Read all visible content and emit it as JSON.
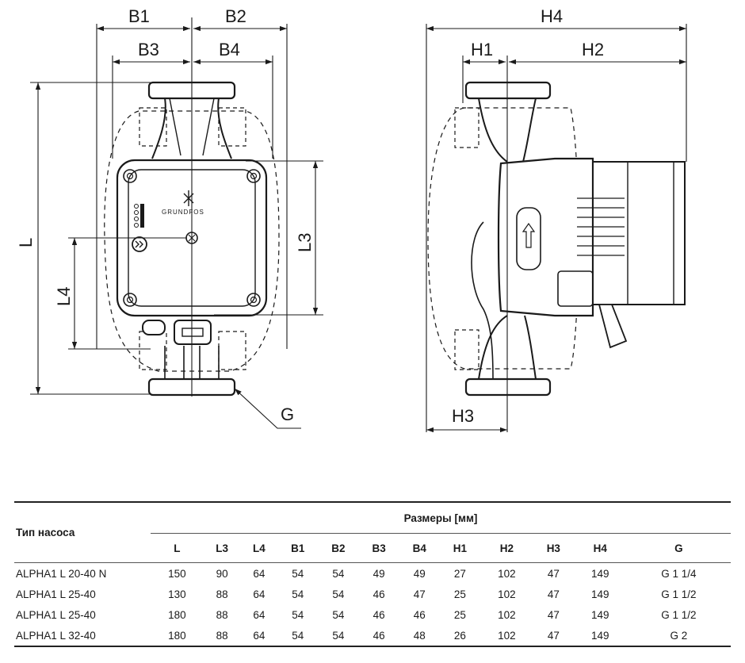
{
  "drawing": {
    "front_labels": {
      "b1": "B1",
      "b2": "B2",
      "b3": "B3",
      "b4": "B4",
      "l": "L",
      "l3": "L3",
      "l4": "L4",
      "g": "G"
    },
    "side_labels": {
      "h1": "H1",
      "h2": "H2",
      "h3": "H3",
      "h4": "H4"
    },
    "brand_logo_text": "GRUNDFOS"
  },
  "table": {
    "type_header": "Тип насоса",
    "group_header": "Размеры [мм]",
    "columns": [
      "L",
      "L3",
      "L4",
      "B1",
      "B2",
      "B3",
      "B4",
      "H1",
      "H2",
      "H3",
      "H4",
      "G"
    ],
    "rows": [
      {
        "name": "ALPHA1 L 20-40 N",
        "values": [
          "150",
          "90",
          "64",
          "54",
          "54",
          "49",
          "49",
          "27",
          "102",
          "47",
          "149",
          "G 1 1/4"
        ]
      },
      {
        "name": "ALPHA1 L 25-40",
        "values": [
          "130",
          "88",
          "64",
          "54",
          "54",
          "46",
          "47",
          "25",
          "102",
          "47",
          "149",
          "G 1 1/2"
        ]
      },
      {
        "name": "ALPHA1 L 25-40",
        "values": [
          "180",
          "88",
          "64",
          "54",
          "54",
          "46",
          "46",
          "25",
          "102",
          "47",
          "149",
          "G 1 1/2"
        ]
      },
      {
        "name": "ALPHA1 L 32-40",
        "values": [
          "180",
          "88",
          "64",
          "54",
          "54",
          "46",
          "48",
          "26",
          "102",
          "47",
          "149",
          "G 2"
        ]
      }
    ]
  }
}
